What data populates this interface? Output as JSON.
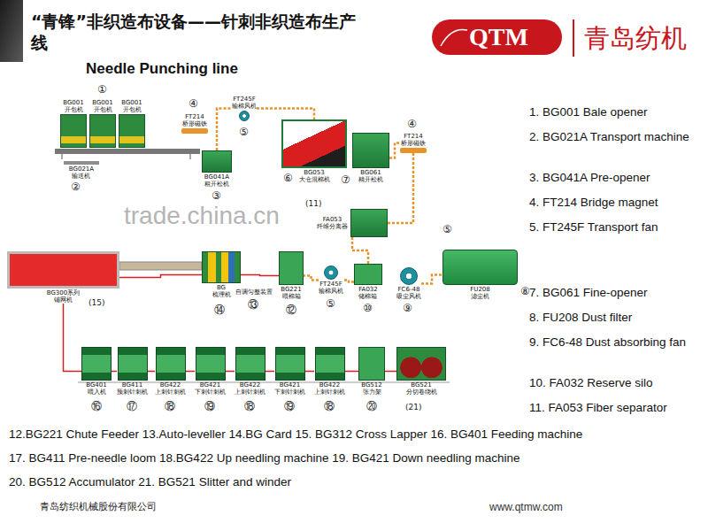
{
  "diagram": {
    "title": "“青锋”非织造布设备——针刺非织造布生产线",
    "nodes": [
      {
        "text": [
          "BG001",
          "开包机"
        ]
      },
      {
        "text": [
          "BG001",
          "开包机"
        ]
      },
      {
        "text": [
          "BG001",
          "开包机"
        ]
      },
      {
        "text": [
          "BG021A",
          "输送机"
        ]
      },
      {
        "text": [
          "BG041A",
          "粗开松机"
        ]
      },
      {
        "text": [
          "FT214",
          "桥形磁铁"
        ]
      },
      {
        "text": [
          "FT245F",
          "输棉风机"
        ]
      },
      {
        "text": [
          "BG053",
          "大仓混棉机"
        ]
      },
      {
        "text": [
          "BG061",
          "精开松机"
        ]
      },
      {
        "text": [
          "FT214",
          "桥形磁铁"
        ]
      },
      {
        "text": [
          "FA053",
          "纤维分离器"
        ]
      },
      {
        "text": [
          "BG300系列",
          "铺网机"
        ]
      },
      {
        "text": [
          "BG",
          "梳理机"
        ]
      },
      {
        "text": [
          "BG221",
          "喂棉箱"
        ]
      },
      {
        "text": [
          "FT245F",
          "输棉风机"
        ]
      },
      {
        "text": [
          "FA032",
          "储棉箱"
        ]
      },
      {
        "text": [
          "FC6-48",
          "吸尘风机"
        ]
      },
      {
        "text": [
          "FU208",
          "滤尘机"
        ]
      },
      {
        "text": [
          "BG401",
          "喂入机"
        ]
      },
      {
        "text": [
          "BG411",
          "预刺针刺机"
        ]
      },
      {
        "text": [
          "BG422",
          "上刺针刺机"
        ]
      },
      {
        "text": [
          "BG421",
          "下刺针刺机"
        ]
      },
      {
        "text": [
          "BG422",
          "上刺针刺机"
        ]
      },
      {
        "text": [
          "BG421",
          "下刺针刺机"
        ]
      },
      {
        "text": [
          "BG422",
          "上刺针刺机"
        ]
      },
      {
        "text": [
          "BG512",
          "张力架"
        ]
      },
      {
        "text": [
          "BG521",
          "分切卷绕机"
        ]
      }
    ],
    "edges": [
      {
        "from": 4,
        "to": 6,
        "arrow": "none"
      },
      {
        "from": 6,
        "to": 7,
        "arrow": "none"
      },
      {
        "from": 8,
        "to": 9,
        "arrow": "none"
      },
      {
        "from": 9,
        "to": 10,
        "arrow": "none"
      },
      {
        "from": 10,
        "to": 15,
        "arrow": "none"
      },
      {
        "from": 15,
        "to": 14,
        "arrow": "none"
      },
      {
        "from": 14,
        "to": 13,
        "arrow": "none"
      },
      {
        "from": 16,
        "to": 17,
        "arrow": "none"
      },
      {
        "from": 13,
        "to": 12,
        "arrow": "none"
      },
      {
        "from": 12,
        "to": 11,
        "arrow": "none"
      },
      {
        "from": 11,
        "to": 18,
        "arrow": "none"
      },
      {
        "from": 18,
        "to": 19,
        "arrow": "none"
      },
      {
        "from": 19,
        "to": 20,
        "arrow": "none"
      },
      {
        "from": 20,
        "to": 21,
        "arrow": "none"
      },
      {
        "from": 21,
        "to": 22,
        "arrow": "none"
      },
      {
        "from": 22,
        "to": 23,
        "arrow": "none"
      },
      {
        "from": 23,
        "to": 24,
        "arrow": "none"
      },
      {
        "from": 24,
        "to": 25,
        "arrow": "none"
      },
      {
        "from": 25,
        "to": 26,
        "arrow": "none"
      }
    ],
    "labels": [
      "Needle Punching line",
      "QTM",
      "青岛纺机",
      "①",
      "②",
      "③",
      "④",
      "⑤",
      "⑥",
      "⑦",
      "④",
      "(11)",
      "⑤",
      "(15)",
      "⑭",
      "自调匀整装置",
      "⑬",
      "⑫",
      "⑤",
      "⑩",
      "⑨",
      "⑧",
      "⑯",
      "⑰",
      "⑱",
      "⑲",
      "⑱",
      "⑲",
      "⑱",
      "⑳",
      "(21)",
      "trade.china.cn",
      "1. BG001 Bale opener",
      "2. BG021A Transport machine",
      "3. BG041A Pre-opener",
      "4. FT214 Bridge magnet",
      "5. FT245F Transport fan",
      "7. BG061 Fine-opener",
      "8. FU208 Dust filter",
      "9. FC6-48 Dust absorbing fan",
      "10. FA032 Reserve silo",
      "11. FA053 Fiber separator",
      "12.BG221 Chute Feeder 13.Auto-leveller 14.BG Card 15. BG312 Cross Lapper 16. BG401 Feeding machine",
      "17. BG411 Pre-needle loom 18.BG422 Up needling machine 19. BG421 Down needling machine",
      "20. BG512 Accumulator 21. BG521 Slitter and winder",
      "青岛纺织机械股份有限公司",
      "www.qtmw.com"
    ]
  }
}
